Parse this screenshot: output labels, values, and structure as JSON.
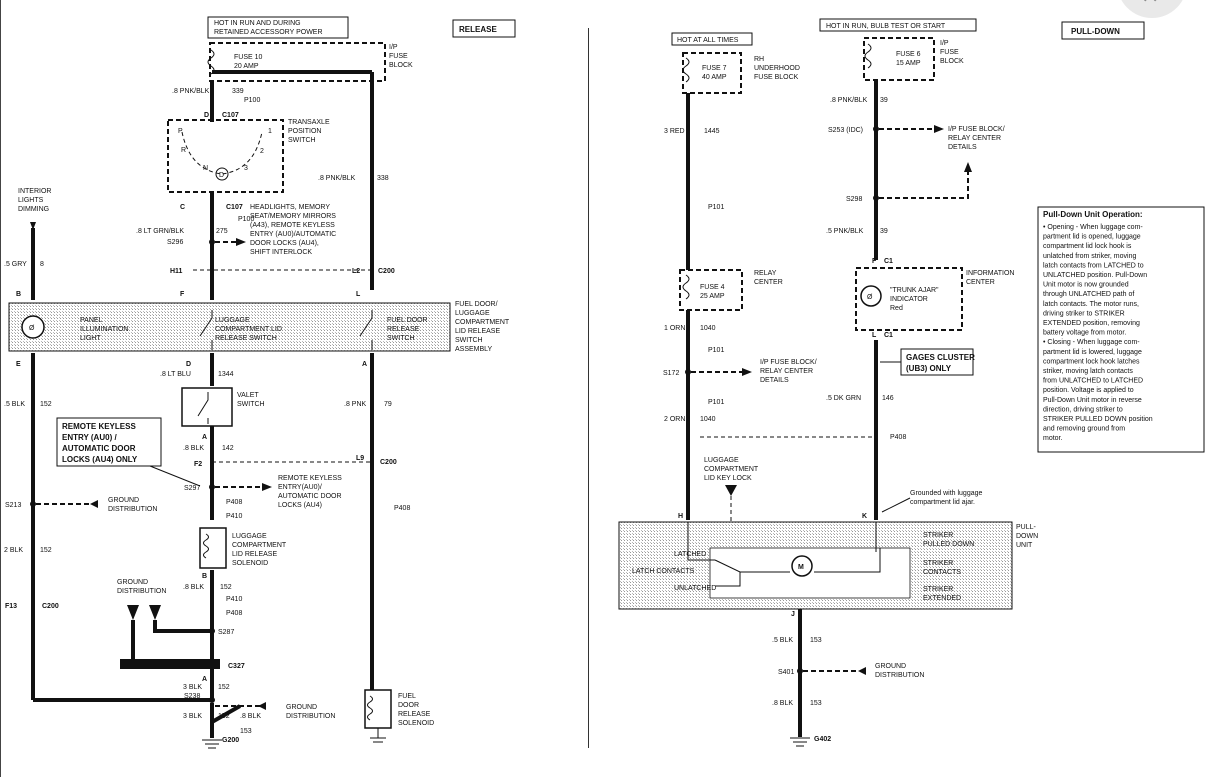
{
  "page_title": "",
  "close_button": {
    "icon": "close-icon",
    "glyph": "✕"
  },
  "left": {
    "label": "RELEASE",
    "hot_label_line1": "HOT IN RUN AND DURING",
    "hot_label_line2": "RETAINED ACCESSORY POWER",
    "fuse_name": "FUSE 10",
    "fuse_amp": "20 AMP",
    "fuse_block": [
      "I/P",
      "FUSE",
      "BLOCK"
    ],
    "wire_339": ".8 PNK/BLK",
    "wire_339_num": "339",
    "p100a": "P100",
    "d_pin": "D",
    "c107a": "C107",
    "transaxle": [
      "TRANSAXLE",
      "POSITION",
      "SWITCH"
    ],
    "gear_p": "P",
    "gear_r": "R",
    "gear_n": "N",
    "gear_d": "D",
    "gear_1": "1",
    "gear_2": "2",
    "gear_3": "3",
    "wire_338": ".8 PNK/BLK",
    "wire_338_num": "338",
    "interior": [
      "INTERIOR",
      "LIGHTS",
      "DIMMING"
    ],
    "c_pin": "C",
    "c107b": "C107",
    "p100b": "P100",
    "wire_275": ".8 LT GRN/BLK",
    "wire_275_num": "275",
    "s296": "S296",
    "headlights": [
      "HEADLIGHTS, MEMORY",
      "SEAT/MEMORY MIRRORS",
      "(A43), REMOTE KEYLESS",
      "ENTRY (AU0)/AUTOMATIC",
      "DOOR LOCKS (AU4),",
      "SHIFT INTERLOCK"
    ],
    "wire_8": ".5 GRY",
    "wire_8_num": "8",
    "h11": "H11",
    "l2": "L2",
    "c200a": "C200",
    "b_pin": "B",
    "f_pin": "F",
    "l_pin": "L",
    "panel": [
      "PANEL",
      "ILLUMINATION",
      "LIGHT"
    ],
    "luggage_sw": [
      "LUGGAGE",
      "COMPARTMENT LID",
      "RELEASE SWITCH"
    ],
    "fuel_sw": [
      "FUEL DOOR",
      "RELEASE",
      "SWITCH"
    ],
    "assembly": [
      "FUEL DOOR/",
      "LUGGAGE",
      "COMPARTMENT",
      "LID RELEASE",
      "SWITCH",
      "ASSEMBLY"
    ],
    "e_pin": "E",
    "d_pin2": "D",
    "a_pin": "A",
    "wire_1344": ".8 LT BLU",
    "wire_1344_num": "1344",
    "valet": [
      "VALET",
      "SWITCH"
    ],
    "wire_152a": ".5 BLK",
    "wire_152a_num": "152",
    "wire_79": ".8 PNK",
    "wire_79_num": "79",
    "remote_callout": [
      "REMOTE KEYLESS",
      "ENTRY (AU0) /",
      "AUTOMATIC DOOR",
      "LOCKS (AU4) ONLY"
    ],
    "a_pin2": "A",
    "wire_142": ".8 BLK",
    "wire_142_num": "142",
    "f2": "F2",
    "l9": "L9",
    "c200b": "C200",
    "s297": "S297",
    "remote2": [
      "REMOTE KEYLESS",
      "ENTRY(AU0)/",
      "AUTOMATIC DOOR",
      "LOCKS (AU4)"
    ],
    "s213": "S213",
    "ground_dist": [
      "GROUND",
      "DISTRIBUTION"
    ],
    "p408a": "P408",
    "p410a": "P410",
    "p408r": "P408",
    "solenoid": [
      "LUGGAGE",
      "COMPARTMENT",
      "LID RELEASE",
      "SOLENOID"
    ],
    "wire_152b": "2 BLK",
    "wire_152b_num": "152",
    "b_pin2": "B",
    "wire_152c": ".8 BLK",
    "wire_152c_num": "152",
    "ground_dist2": [
      "GROUND",
      "DISTRIBUTION"
    ],
    "p410b": "P410",
    "p408b": "P408",
    "f13": "F13",
    "c200c": "C200",
    "s287": "S287",
    "c327": "C327",
    "a_pin3": "A",
    "wire_3blk": "3 BLK",
    "wire_3blk_num": "152",
    "s238": "S238",
    "wire_3blk2": "3 BLK",
    "wire_3blk2_num": "152",
    "wire_8blk": ".8 BLK",
    "wire_153": "153",
    "ground_dist3": [
      "GROUND",
      "DISTRIBUTION"
    ],
    "g200": "G200",
    "fuel_sol": [
      "FUEL",
      "DOOR",
      "RELEASE",
      "SOLENOID"
    ]
  },
  "right": {
    "label": "PULL-DOWN",
    "hot_all": "HOT AT ALL TIMES",
    "hot_run": "HOT IN RUN, BULB TEST OR START",
    "fuse7": "FUSE 7",
    "fuse7_amp": "40 AMP",
    "rh_block": [
      "RH",
      "UNDERHOOD",
      "FUSE BLOCK"
    ],
    "fuse6": "FUSE 6",
    "fuse6_amp": "15 AMP",
    "ip_block": [
      "I/P",
      "FUSE",
      "BLOCK"
    ],
    "wire_39": ".8 PNK/BLK",
    "wire_39_num": "39",
    "wire_1445": "3 RED",
    "wire_1445_num": "1445",
    "s253": "S253 (IDC)",
    "relay_details": [
      "I/P FUSE BLOCK/",
      "RELAY CENTER",
      "DETAILS"
    ],
    "s298": "S298",
    "p101a": "P101",
    "wire_39b": ".5 PNK/BLK",
    "wire_39b_num": "39",
    "fuse4": "FUSE 4",
    "fuse4_amp": "25 AMP",
    "relay_center": [
      "RELAY",
      "CENTER"
    ],
    "f_pin": "F",
    "c1a": "C1",
    "trunk_ajar": [
      "\"TRUNK AJAR\"",
      "INDICATOR",
      "Red"
    ],
    "info_center": [
      "INFORMATION",
      "CENTER"
    ],
    "wire_1040": "1 ORN",
    "wire_1040_num": "1040",
    "l_pin": "L",
    "c1b": "C1",
    "p101b": "P101",
    "gages": [
      "GAGES CLUSTER",
      "(UB3) ONLY"
    ],
    "s172": "S172",
    "relay_details2": [
      "I/P FUSE BLOCK/",
      "RELAY CENTER",
      "DETAILS"
    ],
    "wire_146": ".5 DK GRN",
    "wire_146_num": "146",
    "p101c": "P101",
    "wire_1040b": "2 ORN",
    "wire_1040b_num": "1040",
    "p408": "P408",
    "keylock": [
      "LUGGAGE",
      "COMPARTMENT",
      "LID KEY LOCK"
    ],
    "grounded_note": [
      "Grounded with luggage",
      "compartment lid ajar."
    ],
    "h_pin": "H",
    "k_pin": "K",
    "pulldown_unit": [
      "PULL-",
      "DOWN",
      "UNIT"
    ],
    "latched": "LATCHED",
    "latch_contacts": "LATCH CONTACTS",
    "unlatched": "UNLATCHED",
    "motor": "M",
    "striker_pulled": [
      "STRIKER",
      "PULLED DOWN"
    ],
    "striker_contacts": [
      "STRIKER",
      "CONTACTS"
    ],
    "striker_extended": [
      "STRIKER",
      "EXTENDED"
    ],
    "j_pin": "J",
    "wire_153": ".5 BLK",
    "wire_153_num": "153",
    "s401": "S401",
    "ground_dist": [
      "GROUND",
      "DISTRIBUTION"
    ],
    "wire_153b": ".8 BLK",
    "wire_153b_num": "153",
    "g402": "G402",
    "op_title": "Pull-Down Unit Operation:",
    "op_lines": [
      "•  Opening - When luggage com-",
      "   partment lid is opened, luggage",
      "   compartment lid lock hook is",
      "   unlatched from striker, moving",
      "   latch contacts from LATCHED to",
      "   UNLATCHED position. Pull-Down",
      "   Unit motor is now grounded",
      "   through UNLATCHED path of",
      "   latch contacts. The motor runs,",
      "   driving striker to STRIKER",
      "   EXTENDED position, removing",
      "   battery voltage from motor.",
      "•  Closing - When luggage com-",
      "   partment lid is lowered, luggage",
      "   compartment lock hook latches",
      "   striker, moving latch contacts",
      "   from UNLATCHED to LATCHED",
      "   position. Voltage is applied to",
      "   Pull-Down Unit motor in reverse",
      "   direction, driving striker to",
      "   STRIKER PULLED DOWN position",
      "   and removing ground from",
      "   motor."
    ]
  }
}
